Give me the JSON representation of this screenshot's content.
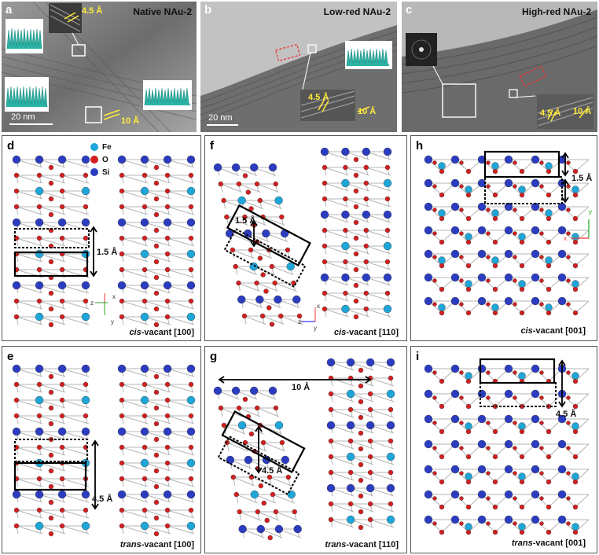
{
  "tem_panels": [
    {
      "letter": "a",
      "title": "Native NAu-2",
      "scale": "20  nm",
      "lattice": "4.5 Å",
      "basal": "10 Å"
    },
    {
      "letter": "b",
      "title": "Low-red NAu-2",
      "scale": "20  nm",
      "lattice": "4.5 Å",
      "basal": "10 Å"
    },
    {
      "letter": "c",
      "title": "High-red NAu-2",
      "lattice": "4.5 Å",
      "basal": "10 Å"
    }
  ],
  "legend": [
    {
      "label": "Fe",
      "color": "#1ea6d8"
    },
    {
      "label": "O",
      "color": "#d31f1f"
    },
    {
      "label": "Si",
      "color": "#2b3cc0"
    }
  ],
  "struct_panels": [
    {
      "letter": "d",
      "site": "cis",
      "suffix": "-vacant [100]",
      "dim": "1.5 Å",
      "axis1": "z",
      "axis2": "x",
      "axis3": "y"
    },
    {
      "letter": "f",
      "site": "cis",
      "suffix": "-vacant [110]",
      "dim": "1.5 Å",
      "axis1": "z",
      "axis2": "x",
      "axis3": "y"
    },
    {
      "letter": "h",
      "site": "cis",
      "suffix": "-vacant [001]",
      "dim": "1.5 Å",
      "axis1": "x",
      "axis2": "y"
    },
    {
      "letter": "e",
      "site": "trans",
      "suffix": "-vacant [100]",
      "dim": "4.5 Å"
    },
    {
      "letter": "g",
      "site": "trans",
      "suffix": "-vacant [110]",
      "dim": "4.5 Å",
      "dim2": "10 Å"
    },
    {
      "letter": "i",
      "site": "trans",
      "suffix": "-vacant [001]",
      "dim": "4.5 Å"
    }
  ]
}
